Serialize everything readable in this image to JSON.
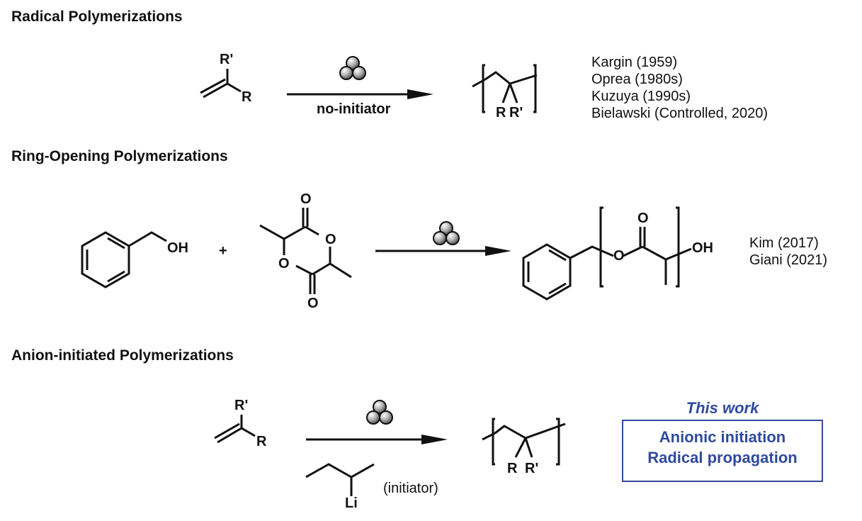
{
  "sections": [
    {
      "title": "Radical Polymerizations",
      "monomer": {
        "substituent_top": "R'",
        "substituent_side": "R"
      },
      "arrow": {
        "above": "catalyst-cluster-icon",
        "below": "no-initiator"
      },
      "product": {
        "sub_left": "R",
        "sub_right": "R'"
      },
      "references": [
        "Kargin (1959)",
        "Oprea (1980s)",
        "Kuzuya (1990s)",
        "Bielawski (Controlled, 2020)"
      ]
    },
    {
      "title": "Ring-Opening Polymerizations",
      "reactant1": {
        "group": "OH"
      },
      "plus": "+",
      "lactide": {
        "o_top": "O",
        "o_ring_right": "O",
        "o_ring_left": "O",
        "o_bottom": "O"
      },
      "product": {
        "ester_o": "O",
        "carbonyl_o": "O",
        "end_group": "OH"
      },
      "references": [
        "Kim (2017)",
        "Giani (2021)"
      ]
    },
    {
      "title": "Anion-initiated Polymerizations",
      "monomer": {
        "substituent_top": "R'",
        "substituent_side": "R"
      },
      "initiator": {
        "metal": "Li",
        "label": "(initiator)"
      },
      "product": {
        "sub_left": "R",
        "sub_right": "R'"
      },
      "this_work": {
        "title": "This work",
        "lines": [
          "Anionic initiation",
          "Radical propagation"
        ]
      }
    }
  ],
  "colors": {
    "accent": "#2f4a9e",
    "ink": "#111111",
    "sphere": "#9a9a9a"
  }
}
